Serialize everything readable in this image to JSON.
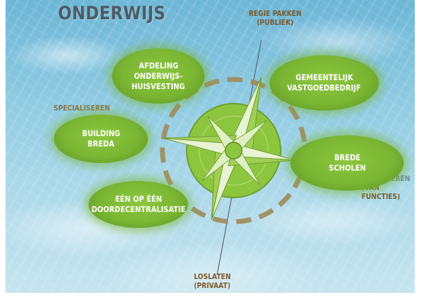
{
  "title": "ONDERWIJS",
  "axis_labels": {
    "top": [
      "REGIE PAKKEN",
      "(PUBLIEK)"
    ],
    "bottom": [
      "LOSLATEN",
      "(PRIVAAT)"
    ],
    "left": [
      "SPECIALISEREN"
    ],
    "right": [
      "COMBINEREN",
      "(VAN FUNCTIES)"
    ]
  },
  "bubbles": {
    "afdeling": [
      "AFDELING",
      "ONDERWIJS-",
      "HUISVESTING"
    ],
    "gemeentelijk": [
      "GEMEENTELIJK",
      "VASTGOEDBEDRIJF"
    ],
    "building": [
      "BUILDING",
      "BREDA"
    ],
    "brede": [
      "BREDE",
      "SCHOLEN"
    ],
    "een": [
      "EÉN OP ÉÉN",
      "DOORDECENTRALISATIE"
    ]
  },
  "colors": {
    "green": "#8cc63f",
    "ring": "#a08a5a",
    "label_brown": "#7a5a2a",
    "title_gray": "#4d5b63"
  }
}
